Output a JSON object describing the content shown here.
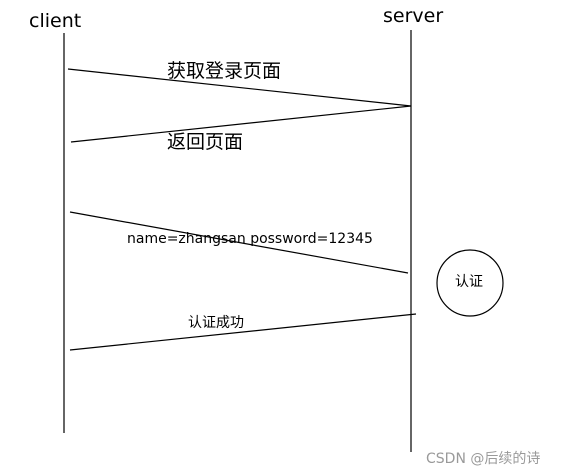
{
  "actors": {
    "client": "client",
    "server": "server"
  },
  "messages": {
    "m1": "获取登录页面",
    "m2": "返回页面",
    "m3": "name=zhangsan possword=12345",
    "m4": "认证成功"
  },
  "process": {
    "label": "认证"
  },
  "watermark": "CSDN @后续的诗"
}
